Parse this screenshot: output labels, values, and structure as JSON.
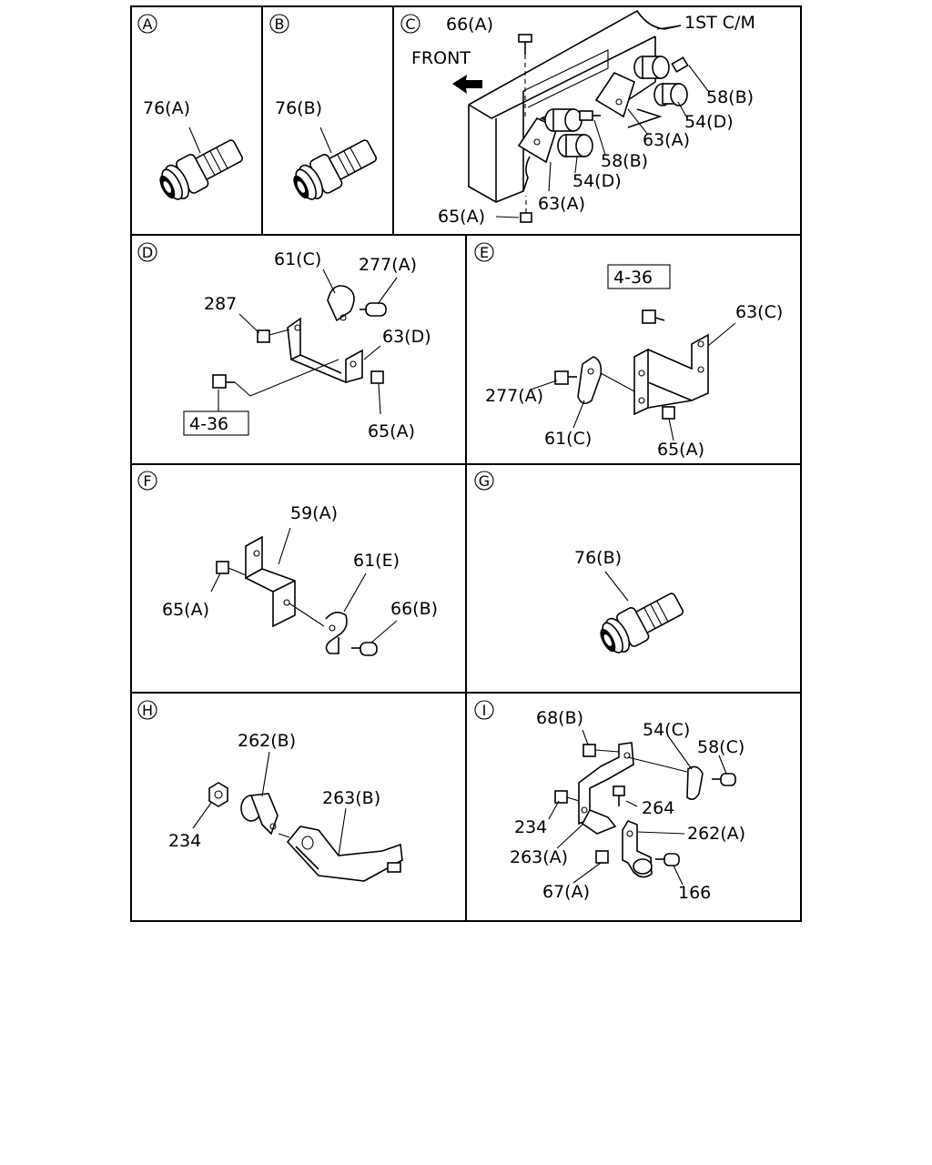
{
  "panels": {
    "A": {
      "letter": "A",
      "parts": [
        "76(A)"
      ]
    },
    "B": {
      "letter": "B",
      "parts": [
        "76(B)"
      ]
    },
    "C": {
      "letter": "C",
      "parts": [
        "66(A)",
        "1ST C/M",
        "FRONT",
        "58(B)",
        "54(D)",
        "63(A)",
        "58(B)",
        "54(D)",
        "63(A)",
        "65(A)"
      ]
    },
    "D": {
      "letter": "D",
      "parts": [
        "61(C)",
        "277(A)",
        "287",
        "63(D)",
        "4-36",
        "65(A)"
      ]
    },
    "E": {
      "letter": "E",
      "parts": [
        "4-36",
        "63(C)",
        "277(A)",
        "61(C)",
        "65(A)"
      ]
    },
    "F": {
      "letter": "F",
      "parts": [
        "59(A)",
        "61(E)",
        "65(A)",
        "66(B)"
      ]
    },
    "G": {
      "letter": "G",
      "parts": [
        "76(B)"
      ]
    },
    "H": {
      "letter": "H",
      "parts": [
        "262(B)",
        "263(B)",
        "234"
      ]
    },
    "I": {
      "letter": "I",
      "parts": [
        "68(B)",
        "54(C)",
        "58(C)",
        "264",
        "234",
        "262(A)",
        "263(A)",
        "67(A)",
        "166"
      ]
    }
  }
}
